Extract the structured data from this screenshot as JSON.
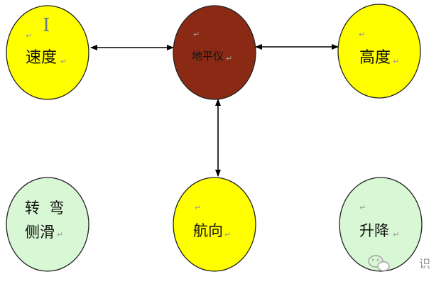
{
  "diagram": {
    "nodes": {
      "speed": {
        "label": "速度",
        "fill": "#ffff00"
      },
      "horizon": {
        "label": "地平仪",
        "fill": "#8b2a14"
      },
      "altitude": {
        "label": "高度",
        "fill": "#ffff00"
      },
      "turn_slip": {
        "line1": "转  弯",
        "line2": "侧滑",
        "fill": "#d8f7d4"
      },
      "heading": {
        "label": "航向",
        "fill": "#ffff00"
      },
      "climb": {
        "label": "升降",
        "fill": "#d8f7d4"
      }
    },
    "paragraph_mark": "↵",
    "cursor_glyph": "I",
    "watermark_text": "识"
  }
}
